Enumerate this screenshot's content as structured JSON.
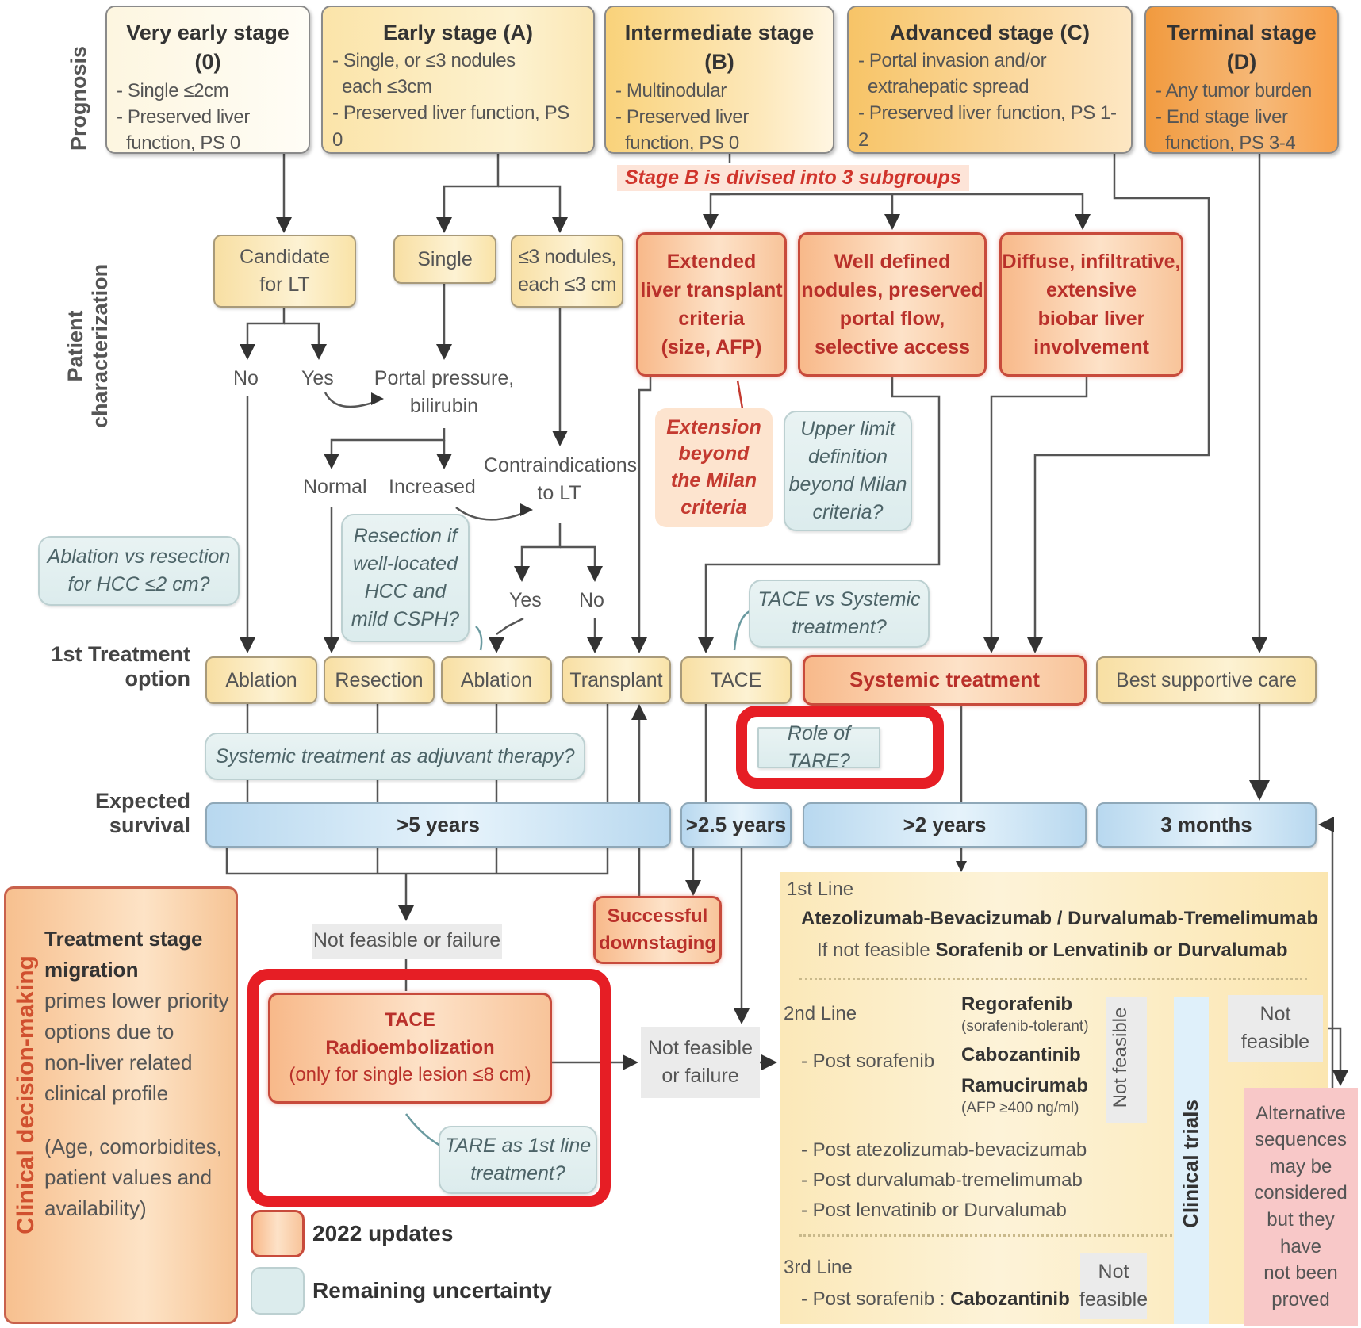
{
  "row_labels": {
    "prognosis": "Prognosis",
    "patient_characterization_1": "Patient",
    "patient_characterization_2": "characterization",
    "first_treatment_1": "1st Treatment",
    "first_treatment_2": "option",
    "expected_survival_1": "Expected",
    "expected_survival_2": "survival"
  },
  "stages": [
    {
      "title": "Very early stage (0)",
      "lines": [
        "- Single ≤2cm",
        "- Preserved liver",
        "  function, PS 0"
      ]
    },
    {
      "title": "Early stage (A)",
      "lines": [
        "- Single, or ≤3 nodules",
        "  each ≤3cm",
        "- Preserved liver function, PS 0"
      ]
    },
    {
      "title": "Intermediate stage (B)",
      "lines": [
        "- Multinodular",
        "- Preserved liver",
        "  function, PS 0"
      ]
    },
    {
      "title": "Advanced stage (C)",
      "lines": [
        "- Portal invasion and/or",
        "  extrahepatic spread",
        "- Preserved liver function, PS 1-2"
      ]
    },
    {
      "title": "Terminal stage (D)",
      "lines": [
        "- Any tumor burden",
        "- End stage liver",
        "  function, PS 3-4"
      ]
    }
  ],
  "stage_b_note": "Stage B is divised into 3 subgroups",
  "characterization": {
    "candidate_lt": "Candidate for LT",
    "single": "Single",
    "nodules": "≤3 nodules, each ≤3 cm",
    "no": "No",
    "yes": "Yes",
    "portal_pressure_1": "Portal pressure,",
    "portal_pressure_2": "bilirubin",
    "normal": "Normal",
    "increased": "Increased",
    "contraindications_1": "Contraindications",
    "contraindications_2": "to LT",
    "ci_yes": "Yes",
    "ci_no": "No"
  },
  "subgroups": [
    {
      "lines": [
        "Extended",
        "liver transplant",
        "criteria",
        "(size, AFP)"
      ]
    },
    {
      "lines": [
        "Well defined",
        "nodules, preserved",
        "portal flow,",
        "selective access"
      ]
    },
    {
      "lines": [
        "Diffuse, infiltrative,",
        "extensive",
        "biobar liver",
        "involvement"
      ]
    }
  ],
  "notes": {
    "extension_milan": [
      "Extension",
      "beyond",
      "the Milan",
      "criteria"
    ],
    "upper_limit": [
      "Upper limit",
      "definition",
      "beyond Milan",
      "criteria?"
    ],
    "ablation_vs_resection": [
      "Ablation vs resection",
      "for HCC ≤2 cm?"
    ],
    "resection_if": [
      "Resection if",
      "well-located",
      "HCC and",
      "mild CSPH?"
    ],
    "tace_vs_systemic": [
      "TACE vs Systemic",
      "treatment?"
    ],
    "systemic_adjuvant": "Systemic treatment as adjuvant therapy?",
    "role_of_tare": "Role of TARE?",
    "tare_first_line": [
      "TARE as 1st line",
      "treatment?"
    ]
  },
  "treatments": {
    "ablation_1": "Ablation",
    "resection": "Resection",
    "ablation_2": "Ablation",
    "transplant": "Transplant",
    "tace": "TACE",
    "systemic": "Systemic treatment",
    "bsc": "Best supportive care"
  },
  "survival": {
    "s5": ">5 years",
    "s25": ">2.5 years",
    "s2": ">2 years",
    "s3m": "3 months"
  },
  "lower": {
    "not_feasible_failure": "Not feasible or failure",
    "successful_downstaging": [
      "Successful",
      "downstaging"
    ],
    "tace_radio_title": "TACE",
    "tace_radio_sub": "Radioembolization",
    "tace_radio_note": "(only for single lesion ≤8 cm)",
    "nf_failure_2": [
      "Not feasible",
      "or failure"
    ]
  },
  "systemic_panel": {
    "line1_label": "1st Line",
    "line1_drugs": "Atezolizumab-Bevacizumab / Durvalumab-Tremelimumab",
    "line1_alt_prefix": "If not feasible",
    "line1_alt": "Sorafenib or Lenvatinib or Durvalumab",
    "line2_label": "2nd Line",
    "post_sorafenib": "- Post sorafenib",
    "regorafenib": "Regorafenib",
    "regorafenib_note": "(sorafenib-tolerant)",
    "cabozantinib": "Cabozantinib",
    "ramucirumab": "Ramucirumab",
    "ramucirumab_note": "(AFP ≥400 ng/ml)",
    "post_atezo": "- Post atezolizumab-bevacizumab",
    "post_durva": "- Post durvalumab-tremelimumab",
    "post_lenva": "- Post lenvatinib or Durvalumab",
    "line3_label": "3rd Line",
    "line3_prefix": "- Post sorafenib :",
    "line3_drug": "Cabozantinib",
    "not_feasible_vertical": "Not feasible",
    "not_feasible_right": [
      "Not",
      "feasible"
    ],
    "not_feasible_3rd": [
      "Not",
      "feasible"
    ],
    "clinical_trials": "Clinical trials",
    "alternative": [
      "Alternative",
      "sequences",
      "may be",
      "considered",
      "but they have",
      "not been",
      "proved"
    ]
  },
  "clinical_decision": {
    "vertical_title": "Clinical decision-making",
    "heading_1": "Treatment stage",
    "heading_2": "migration",
    "body": [
      "primes lower priority",
      "options due to",
      "non-liver related",
      "clinical profile"
    ],
    "paren": [
      "(Age, comorbidites,",
      "patient values and",
      "availability)"
    ]
  },
  "legend": {
    "updates": "2022 updates",
    "uncertainty": "Remaining uncertainty"
  },
  "colors": {
    "highlight_red": "#e61e25",
    "update_red": "#c84b3c",
    "uncertainty_teal": "#dceced",
    "survival_blue": "#b8d8ef"
  }
}
